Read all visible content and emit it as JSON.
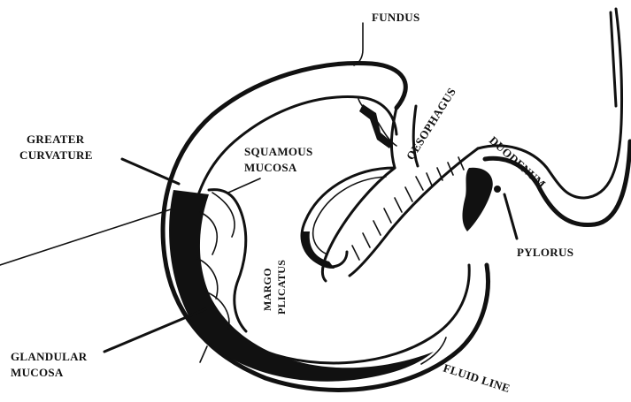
{
  "labels": {
    "fundus": "FUNDUS",
    "oesophagus": "OESOPHAGUS",
    "duodenum": "DUODENUM",
    "greater_curvature_1": "GREATER",
    "greater_curvature_2": "CURVATURE",
    "squamous_mucosa_1": "SQUAMOUS",
    "squamous_mucosa_2": "MUCOSA",
    "margo_plicatus_1": "MARGO",
    "margo_plicatus_2": "PLICATUS",
    "pylorus": "PYLORUS",
    "glandular_mucosa_1": "GLANDULAR",
    "glandular_mucosa_2": "MUCOSA",
    "fluid_line": "FLUID LINE"
  },
  "colors": {
    "ink": "#111111",
    "background": "#ffffff"
  }
}
